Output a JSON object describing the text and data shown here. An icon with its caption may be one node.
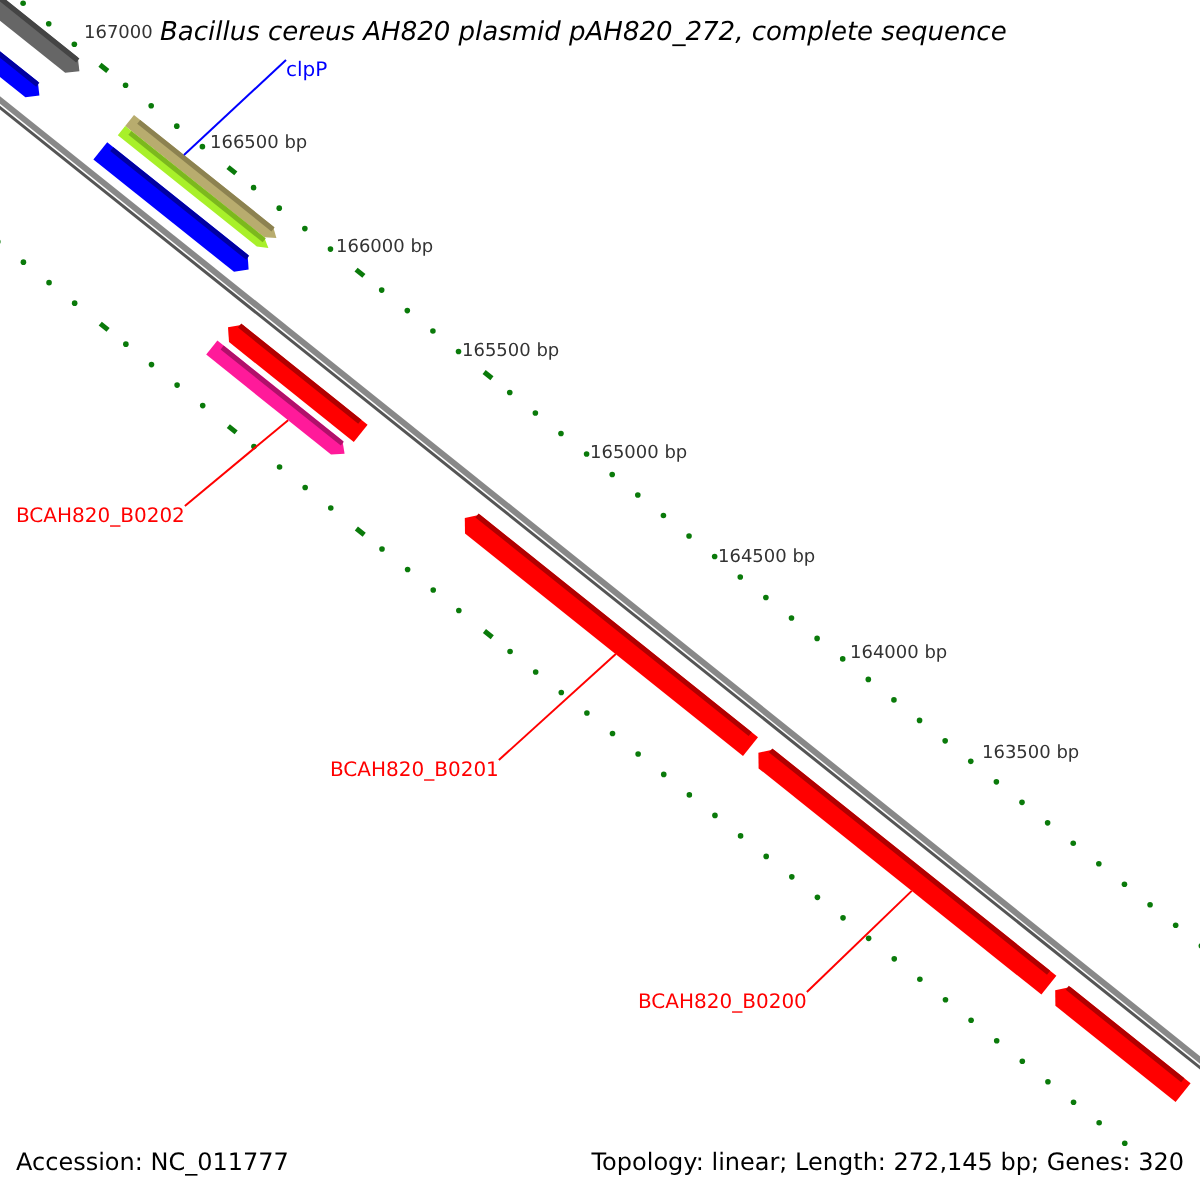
{
  "diagram": {
    "title": "Bacillus cereus AH820 plasmid pAH820_272, complete sequence",
    "nodes": [
      {
        "text": [],
        "shape": "bar"
      },
      {
        "text": [],
        "shape": "bar"
      },
      {
        "text": [
          "clpP"
        ]
      },
      {
        "text": [],
        "shape": "bar"
      },
      {
        "text": [],
        "shape": "bar"
      },
      {
        "text": [],
        "shape": "bar"
      },
      {
        "text": [],
        "shape": "bar"
      },
      {
        "text": [],
        "shape": "bar"
      },
      {
        "text": [
          "BCAH820_B0202"
        ]
      },
      {
        "text": [],
        "shape": "bar"
      },
      {
        "text": [
          "BCAH820_B0201"
        ]
      },
      {
        "text": [],
        "shape": "bar"
      },
      {
        "text": [
          "BCAH820_B0200"
        ]
      },
      {
        "text": [],
        "shape": "bar"
      }
    ],
    "edges": [
      {
        "from": 2,
        "to": 3,
        "arrow": "none",
        "color": "#0000ff"
      },
      {
        "from": 8,
        "to": 7,
        "arrow": "none"
      },
      {
        "from": 10,
        "to": 9,
        "arrow": "none"
      },
      {
        "from": 12,
        "to": 11,
        "arrow": "none"
      }
    ],
    "labels": [
      "167000",
      "166500 bp",
      "166000 bp",
      "165500 bp",
      "165000 bp",
      "164500 bp",
      "164000 bp",
      "163500 bp",
      "Accession: NC_011777",
      "Topology: linear; Length: 272,145 bp; Genes: 320"
    ]
  }
}
